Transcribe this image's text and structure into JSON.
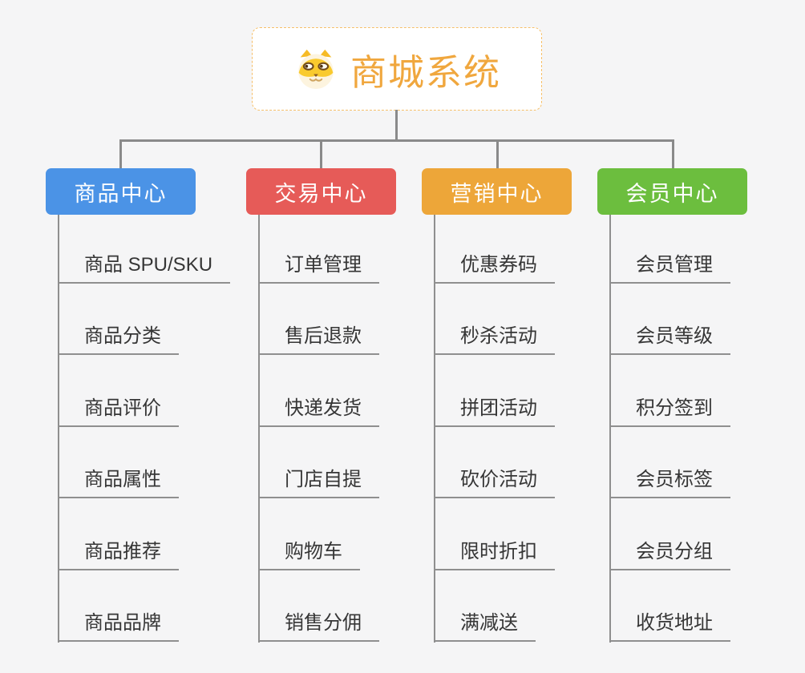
{
  "app": {
    "background_color": "#f5f5f6",
    "connector_color": "#8a8a8a"
  },
  "root": {
    "title": "商城系统",
    "icon": "dog-face-icon",
    "text_color": "#f0a73e",
    "border_color": "#f6c06a"
  },
  "branches": [
    {
      "id": "product",
      "label": "商品中心",
      "color": "#4b93e6",
      "children": [
        "商品 SPU/SKU",
        "商品分类",
        "商品评价",
        "商品属性",
        "商品推荐",
        "商品品牌"
      ]
    },
    {
      "id": "trade",
      "label": "交易中心",
      "color": "#e65b58",
      "children": [
        "订单管理",
        "售后退款",
        "快递发货",
        "门店自提",
        "购物车",
        "销售分佣"
      ]
    },
    {
      "id": "marketing",
      "label": "营销中心",
      "color": "#eda639",
      "children": [
        "优惠券码",
        "秒杀活动",
        "拼团活动",
        "砍价活动",
        "限时折扣",
        "满减送"
      ]
    },
    {
      "id": "member",
      "label": "会员中心",
      "color": "#6cbe3e",
      "children": [
        "会员管理",
        "会员等级",
        "积分签到",
        "会员标签",
        "会员分组",
        "收货地址"
      ]
    }
  ]
}
